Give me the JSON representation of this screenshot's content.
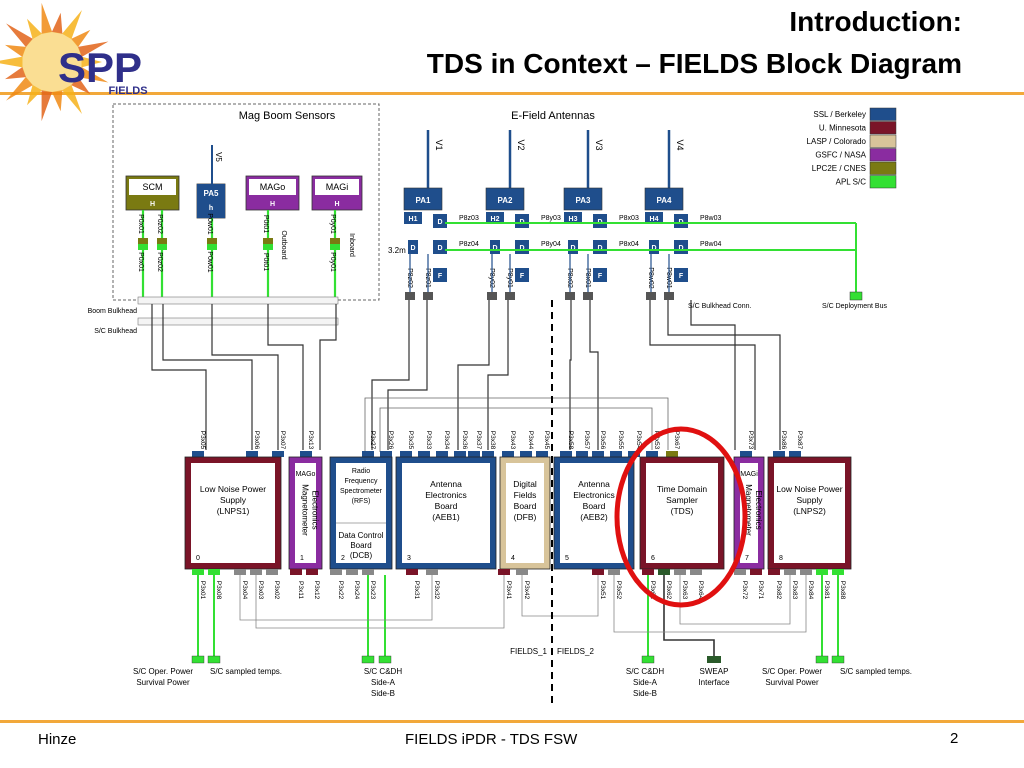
{
  "slide": {
    "title_line1": "Introduction:",
    "title_line2": "TDS in Context – FIELDS Block Diagram",
    "logo_text": "SPP",
    "logo_subtext": "FIELDS",
    "footer_left": "Hinze",
    "footer_center": "FIELDS iPDR - TDS FSW",
    "page_number": "2"
  },
  "legend": [
    {
      "label": "SSL / Berkeley",
      "color": "#1f4e8c"
    },
    {
      "label": "U. Minnesota",
      "color": "#7a1428"
    },
    {
      "label": "LASP / Colorado",
      "color": "#d8c49a"
    },
    {
      "label": "GSFC / NASA",
      "color": "#8a2ca0"
    },
    {
      "label": "LPC2E / CNES",
      "color": "#7a7a12"
    },
    {
      "label": "APL S/C",
      "color": "#33e033"
    }
  ],
  "labels": {
    "mag_boom": "Mag Boom Sensors",
    "efield": "E-Field Antennas",
    "boom_bulkhead": "Boom Bulkhead",
    "sc_bulkhead": "S/C Bulkhead",
    "sc_bulkhead_conn": "S/C Bulkhead Conn.",
    "sc_deploy_bus": "S/C Deployment Bus",
    "dist": "3.2m",
    "fields1": "FIELDS_1",
    "fields2": "FIELDS_2",
    "outboard": "Outboard",
    "inboard": "Inboard",
    "v5": "V5"
  },
  "sensors": [
    {
      "name": "SCM",
      "tag": "H",
      "pins": [
        "P0x01",
        "P0z02"
      ],
      "lower": [
        "P0x01",
        "P0z02"
      ]
    },
    {
      "name": "PA5",
      "tag": "h",
      "pins": [
        "P0w01"
      ],
      "lower": [
        "P0w01"
      ]
    },
    {
      "name": "MAGo",
      "tag": "H",
      "pins": [
        "P0t01"
      ],
      "lower": [
        "P0t01"
      ]
    },
    {
      "name": "MAGi",
      "tag": "H",
      "pins": [
        "P0y01"
      ],
      "lower": [
        "P0y01"
      ]
    }
  ],
  "antennas": [
    {
      "v": "V1",
      "pa": "PA1",
      "h": "H1",
      "lc": "P8z03",
      "lc2": "P8z04",
      "pins": [
        "P8z02",
        "P8z01"
      ]
    },
    {
      "v": "V2",
      "pa": "PA2",
      "h": "H2",
      "lc": "P8y03",
      "lc2": "P8y04",
      "pins": [
        "P8y02",
        "P8y01"
      ]
    },
    {
      "v": "V3",
      "pa": "PA3",
      "h": "H3",
      "lc": "P8x03",
      "lc2": "P8x04",
      "pins": [
        "P8x02",
        "P8x01"
      ]
    },
    {
      "v": "V4",
      "pa": "PA4",
      "h": "H4",
      "lc": "P8w03",
      "lc2": "P8w04",
      "pins": [
        "P8w02",
        "P8w01"
      ]
    }
  ],
  "antenna_small": {
    "d": "D",
    "f": "F"
  },
  "boards": [
    {
      "lines": [
        "Low Noise Power",
        "Supply",
        "(LNPS1)"
      ],
      "slot": "0"
    },
    {
      "lines": [
        "Magnetometer",
        "Electronics"
      ],
      "top": "MAGo",
      "slot": "1"
    },
    {
      "lines": [
        "Radio",
        "Frequency",
        "Spectrometer",
        "(RFS)"
      ],
      "lower": [
        "Data Control",
        "Board",
        "(DCB)"
      ],
      "slot": "2"
    },
    {
      "lines": [
        "Antenna",
        "Electronics",
        "Board",
        "(AEB1)"
      ],
      "slot": "3"
    },
    {
      "lines": [
        "Digital",
        "Fields",
        "Board",
        "(DFB)"
      ],
      "slot": "4"
    },
    {
      "lines": [
        "Antenna",
        "Electronics",
        "Board",
        "(AEB2)"
      ],
      "slot": "5"
    },
    {
      "lines": [
        "Time Domain",
        "Sampler",
        "(TDS)"
      ],
      "slot": "6"
    },
    {
      "lines": [
        "Magnetometer",
        "Electronics"
      ],
      "top": "MAGi",
      "slot": "7"
    },
    {
      "lines": [
        "Low Noise Power",
        "Supply",
        "(LNPS2)"
      ],
      "slot": "8"
    }
  ],
  "top_pins": [
    "P3x05",
    "P3x06",
    "P3x07",
    "P3x13",
    "P3x27",
    "P3x26",
    "P3x35",
    "P3x33",
    "P3x34",
    "P3x36",
    "P3x37",
    "P3x38",
    "P3x43",
    "P3x44",
    "P3x45",
    "P3x58",
    "P3x57",
    "P3x56",
    "P3x55",
    "P3x54",
    "P3x53",
    "P3x67",
    "P3x73",
    "P3x86",
    "P3x87"
  ],
  "bottom_pins": [
    "P3x01",
    "P3x08",
    "P3x04",
    "P3x03",
    "P3x02",
    "P3x11",
    "P3x12",
    "P3x22",
    "P3x24",
    "P3x23",
    "P3x31",
    "P3x32",
    "P3x41",
    "P3x42",
    "P3x51",
    "P3x52",
    "P3x61",
    "P3x62",
    "P3x63",
    "P3x64",
    "P3x72",
    "P3x71",
    "P3x82",
    "P3x83",
    "P3x84",
    "P3x81",
    "P3x88"
  ],
  "bottom_labels": [
    {
      "lines": [
        "S/C Oper. Power",
        "Survival Power"
      ]
    },
    {
      "lines": [
        "S/C sampled temps."
      ]
    },
    {
      "lines": [
        "S/C C&DH",
        "Side-A",
        "Side-B"
      ]
    },
    {
      "lines": [
        "S/C C&DH",
        "Side-A",
        "Side-B"
      ]
    },
    {
      "lines": [
        "SWEAP",
        "Interface"
      ]
    },
    {
      "lines": [
        "S/C Oper. Power",
        "Survival Power"
      ]
    },
    {
      "lines": [
        "S/C sampled temps."
      ]
    }
  ]
}
